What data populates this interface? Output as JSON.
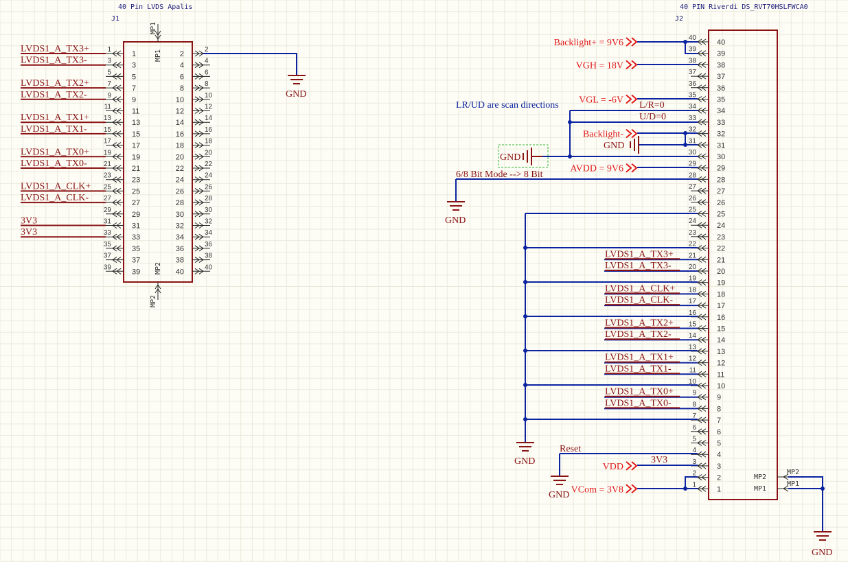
{
  "j1": {
    "designator": "J1",
    "comment": "40 Pin LVDS Apalis",
    "mp_top": "MP1",
    "mp_bottom": "MP2",
    "nets": [
      {
        "pin": 1,
        "label": "LVDS1_A_TX3+"
      },
      {
        "pin": 3,
        "label": "LVDS1_A_TX3-"
      },
      {
        "pin": 7,
        "label": "LVDS1_A_TX2+"
      },
      {
        "pin": 9,
        "label": "LVDS1_A_TX2-"
      },
      {
        "pin": 13,
        "label": "LVDS1_A_TX1+"
      },
      {
        "pin": 15,
        "label": "LVDS1_A_TX1-"
      },
      {
        "pin": 19,
        "label": "LVDS1_A_TX0+"
      },
      {
        "pin": 21,
        "label": "LVDS1_A_TX0-"
      },
      {
        "pin": 25,
        "label": "LVDS1_A_CLK+"
      },
      {
        "pin": 27,
        "label": "LVDS1_A_CLK-"
      },
      {
        "pin": 31,
        "label": "3V3"
      },
      {
        "pin": 33,
        "label": "3V3"
      }
    ],
    "gnd_label": "GND"
  },
  "j2": {
    "designator": "J2",
    "comment": "40 PIN Riverdi DS_RVT70HSLFWCA0",
    "mp2": "MP2",
    "mp1": "MP1",
    "ports": [
      {
        "pin": 40,
        "label": "Backlight+ = 9V6"
      },
      {
        "pin": 38,
        "label": "VGH = 18V"
      },
      {
        "pin": 35,
        "label": "VGL = -6V"
      },
      {
        "pin": 32,
        "label": "Backlight-"
      },
      {
        "pin": 29,
        "label": "AVDD = 9V6"
      },
      {
        "pin": 3,
        "label": "VDD"
      },
      {
        "pin": 1,
        "label": "VCom = 3V8"
      }
    ],
    "lvds_nets": [
      {
        "pin": 21,
        "label": "LVDS1_A_TX3+"
      },
      {
        "pin": 20,
        "label": "LVDS1_A_TX3-"
      },
      {
        "pin": 18,
        "label": "LVDS1_A_CLK+"
      },
      {
        "pin": 17,
        "label": "LVDS1_A_CLK-"
      },
      {
        "pin": 15,
        "label": "LVDS1_A_TX2+"
      },
      {
        "pin": 14,
        "label": "LVDS1_A_TX2-"
      },
      {
        "pin": 12,
        "label": "LVDS1_A_TX1+"
      },
      {
        "pin": 11,
        "label": "LVDS1_A_TX1-"
      },
      {
        "pin": 9,
        "label": "LVDS1_A_TX0+"
      },
      {
        "pin": 8,
        "label": "LVDS1_A_TX0-"
      }
    ],
    "lr_label": "L/R=0",
    "ud_label": "U/D=0",
    "scan_note": "LR/UD are scan directions",
    "bit_note": "6/8 Bit Mode --> 8 Bit",
    "reset_label": "Reset",
    "vdd_net": "3V3",
    "gnd_label": "GND"
  },
  "colors": {
    "wire": "#0b23a0",
    "net_label": "#8a1212",
    "port": "#e01919",
    "body": "#8a1212",
    "background": "#fdfdf6"
  }
}
